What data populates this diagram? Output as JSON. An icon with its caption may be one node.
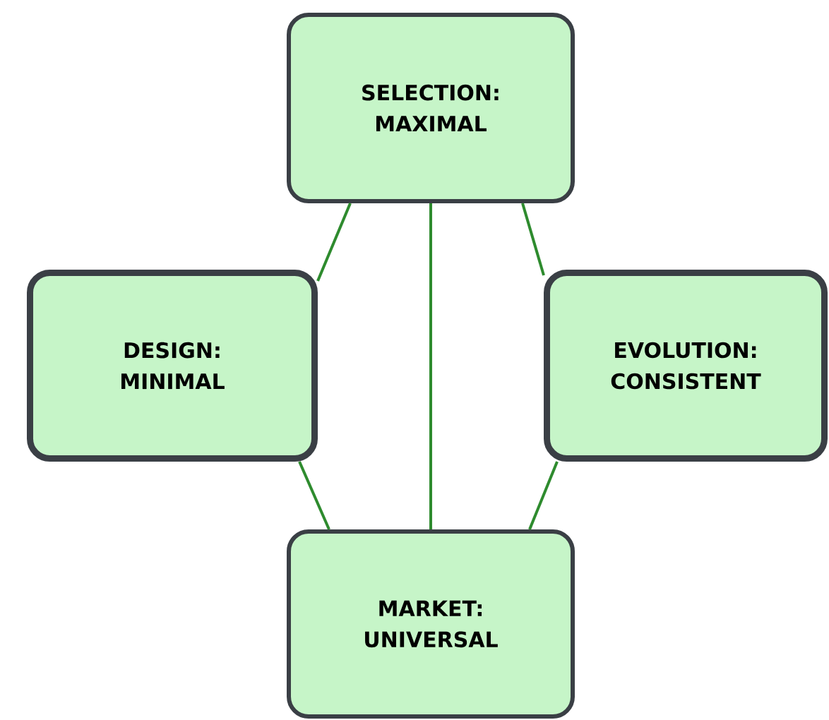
{
  "diagram": {
    "nodes": [
      {
        "text": [
          "SELECTION: MAXIMAL"
        ]
      },
      {
        "text": [
          "DESIGN: MINIMAL"
        ]
      },
      {
        "text": [
          "EVOLUTION: CONSISTENT"
        ]
      },
      {
        "text": [
          "MARKET: UNIVERSAL"
        ]
      }
    ],
    "edges": [
      {
        "from": 0,
        "to": 1,
        "arrow": "none"
      },
      {
        "from": 0,
        "to": 3,
        "arrow": "none"
      },
      {
        "from": 0,
        "to": 2,
        "arrow": "none"
      },
      {
        "from": 1,
        "to": 3,
        "arrow": "none"
      },
      {
        "from": 2,
        "to": 3,
        "arrow": "none"
      }
    ]
  }
}
